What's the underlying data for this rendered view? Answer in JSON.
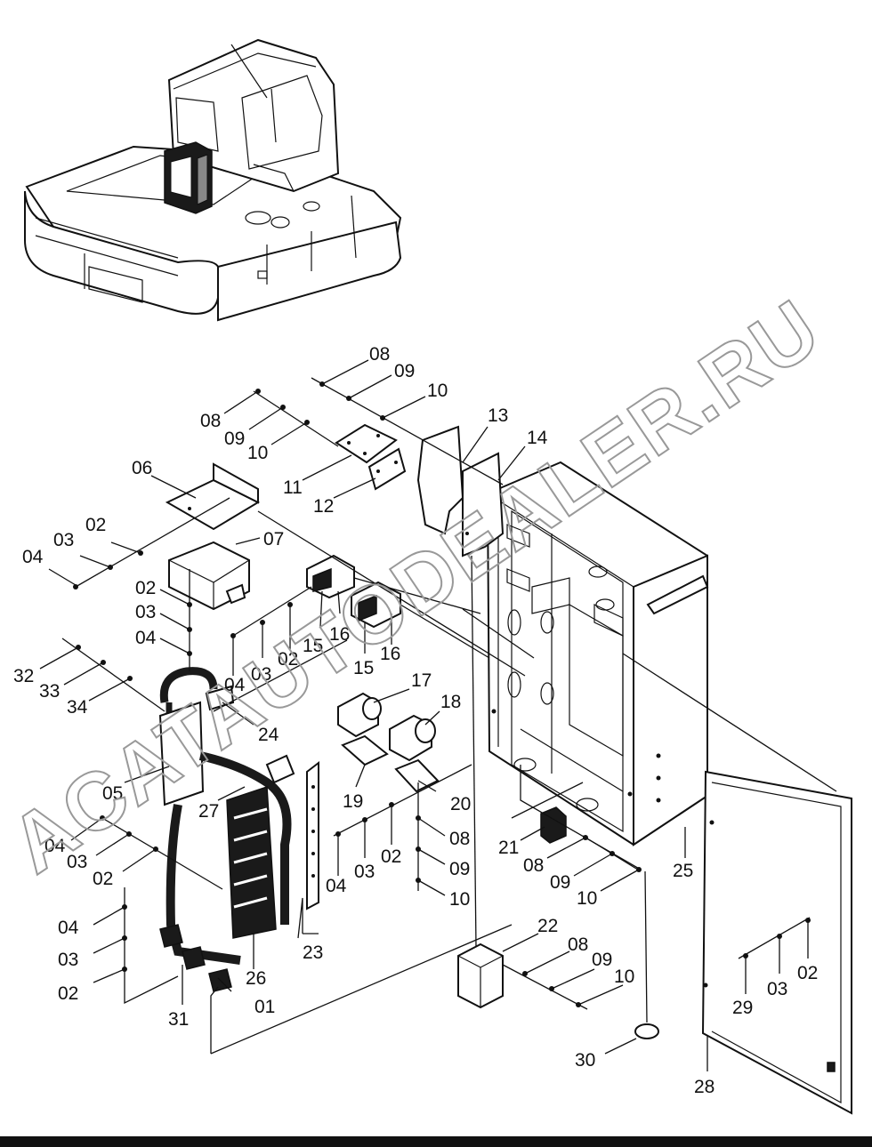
{
  "watermark": "ACATAUTODEALER.RU",
  "labels": {
    "l01": "01",
    "l02a": "02",
    "l02b": "02",
    "l02c": "02",
    "l02d": "02",
    "l02e": "02",
    "l02f": "02",
    "l02g": "02",
    "l03a": "03",
    "l03b": "03",
    "l03c": "03",
    "l03d": "03",
    "l03e": "03",
    "l03f": "03",
    "l03g": "03",
    "l04a": "04",
    "l04b": "04",
    "l04c": "04",
    "l04d": "04",
    "l04e": "04",
    "l04f": "04",
    "l05": "05",
    "l06": "06",
    "l07": "07",
    "l08a": "08",
    "l08b": "08",
    "l08c": "08",
    "l08d": "08",
    "l08e": "08",
    "l09a": "09",
    "l09b": "09",
    "l09c": "09",
    "l09d": "09",
    "l09e": "09",
    "l10a": "10",
    "l10b": "10",
    "l10c": "10",
    "l10d": "10",
    "l10e": "10",
    "l11": "11",
    "l12": "12",
    "l13": "13",
    "l14": "14",
    "l15a": "15",
    "l15b": "15",
    "l16a": "16",
    "l16b": "16",
    "l17": "17",
    "l18": "18",
    "l19": "19",
    "l20": "20",
    "l21": "21",
    "l22": "22",
    "l23": "23",
    "l24": "24",
    "l25": "25",
    "l26": "26",
    "l27": "27",
    "l28": "28",
    "l29": "29",
    "l30": "30",
    "l31": "31",
    "l32": "32",
    "l33": "33",
    "l34": "34"
  }
}
